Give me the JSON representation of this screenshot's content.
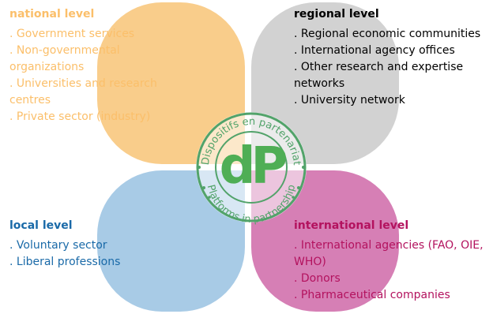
{
  "colors": {
    "national": "#f9cd8b",
    "regional": "#d2d2d2",
    "local": "#a8cbe6",
    "international": "#d67fb5",
    "national_text": "#fbbf6a",
    "regional_text": "#000000",
    "local_text": "#1a6aa8",
    "international_text": "#b3125e",
    "seal": "#52a36a",
    "seal_letters": "#4fae55"
  },
  "national": {
    "title": "national level",
    "items": [
      ". Government services",
      ". Non-governmental organizations",
      ". Universities and research centres",
      ". Private sector (industry)"
    ]
  },
  "regional": {
    "title": "regional level",
    "items": [
      ". Regional economic communities",
      ". International agency offices",
      ". Other research and expertise networks",
      ". University network"
    ]
  },
  "local": {
    "title": "local level",
    "items": [
      ". Voluntary sector",
      ". Liberal professions"
    ]
  },
  "international": {
    "title": "international level",
    "items": [
      ". International agencies (FAO, OIE, WHO)",
      ". Donors",
      ". Pharmaceutical companies"
    ]
  },
  "seal": {
    "arc_top": "Dispositifs en partenariat",
    "arc_bottom": "Platforms in partnership",
    "letters": "dP"
  }
}
